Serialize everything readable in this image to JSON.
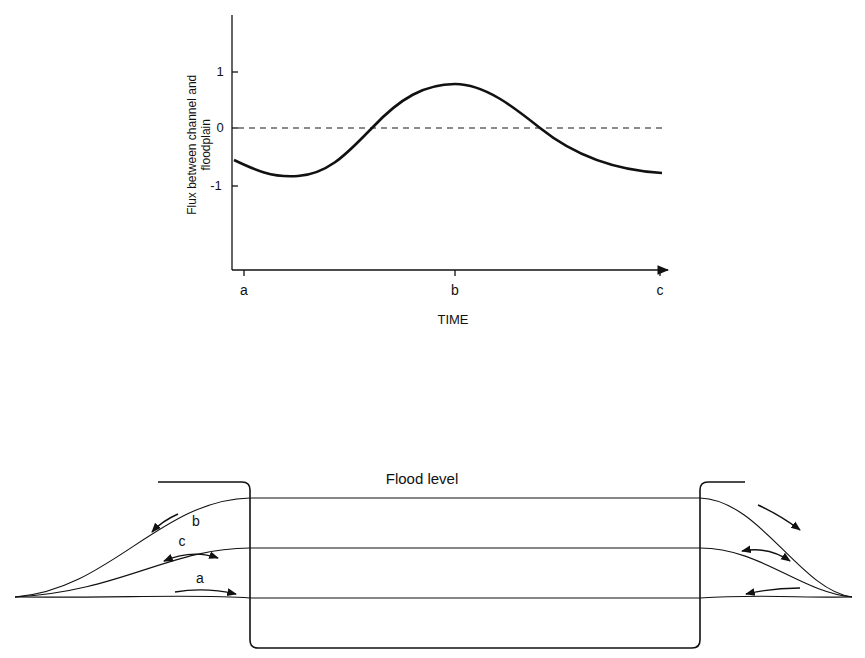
{
  "diagram": {
    "labels": [
      "Flux between channel and floodplain",
      "1",
      "0",
      "-1",
      "a",
      "b",
      "c",
      "TIME",
      "Flood level",
      "b",
      "c",
      "a"
    ]
  }
}
